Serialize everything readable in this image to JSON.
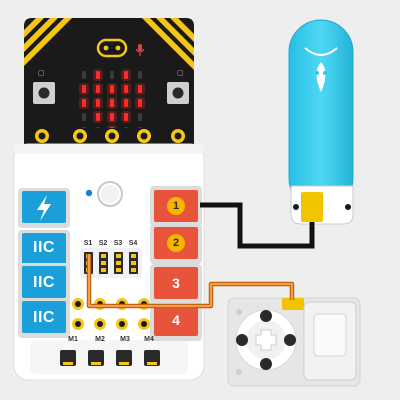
{
  "illustration": {
    "title": "",
    "colors": {
      "background": "#eeeeee",
      "microbit_board": "#1a1a1a",
      "microbit_corner_stripes": "#f5c518",
      "led_on": "#ff2a2a",
      "expansion_board": "#ffffff",
      "port_blue": "#1a9fd8",
      "port_red": "#e8533b",
      "port_number_circle": "#f7b500",
      "usb_fan_body": "#2ec9ec",
      "servo_body": "#e6e6e6",
      "wire_black": "#111111",
      "wire_orange": "#e88a2a"
    },
    "icons": {
      "power_port_icon": "lightning-bolt",
      "microbit_logo": "face-logo-icon",
      "microphone": "microphone-icon",
      "fan_logo": "leaf-drop-icon",
      "servo_cross": "plus-hub-icon"
    }
  },
  "microbit": {
    "button_a": "",
    "button_b": "",
    "led_matrix_pattern": [
      [
        0,
        1,
        0,
        1,
        0
      ],
      [
        1,
        1,
        1,
        1,
        1
      ],
      [
        1,
        1,
        1,
        1,
        1
      ],
      [
        0,
        1,
        1,
        1,
        0
      ],
      [
        0,
        0,
        1,
        0,
        0
      ]
    ]
  },
  "expansion_board": {
    "left_ports": [
      {
        "label": "",
        "icon": "lightning-icon"
      },
      {
        "label": "IIC"
      },
      {
        "label": "IIC"
      },
      {
        "label": "IIC"
      }
    ],
    "right_ports": [
      {
        "number": "1"
      },
      {
        "number": "2"
      },
      {
        "number": "3"
      },
      {
        "number": "4"
      }
    ],
    "switches": [
      "S1",
      "S2",
      "S3",
      "S4"
    ],
    "motor_ports": [
      "M1",
      "M2",
      "M3",
      "M4"
    ]
  }
}
